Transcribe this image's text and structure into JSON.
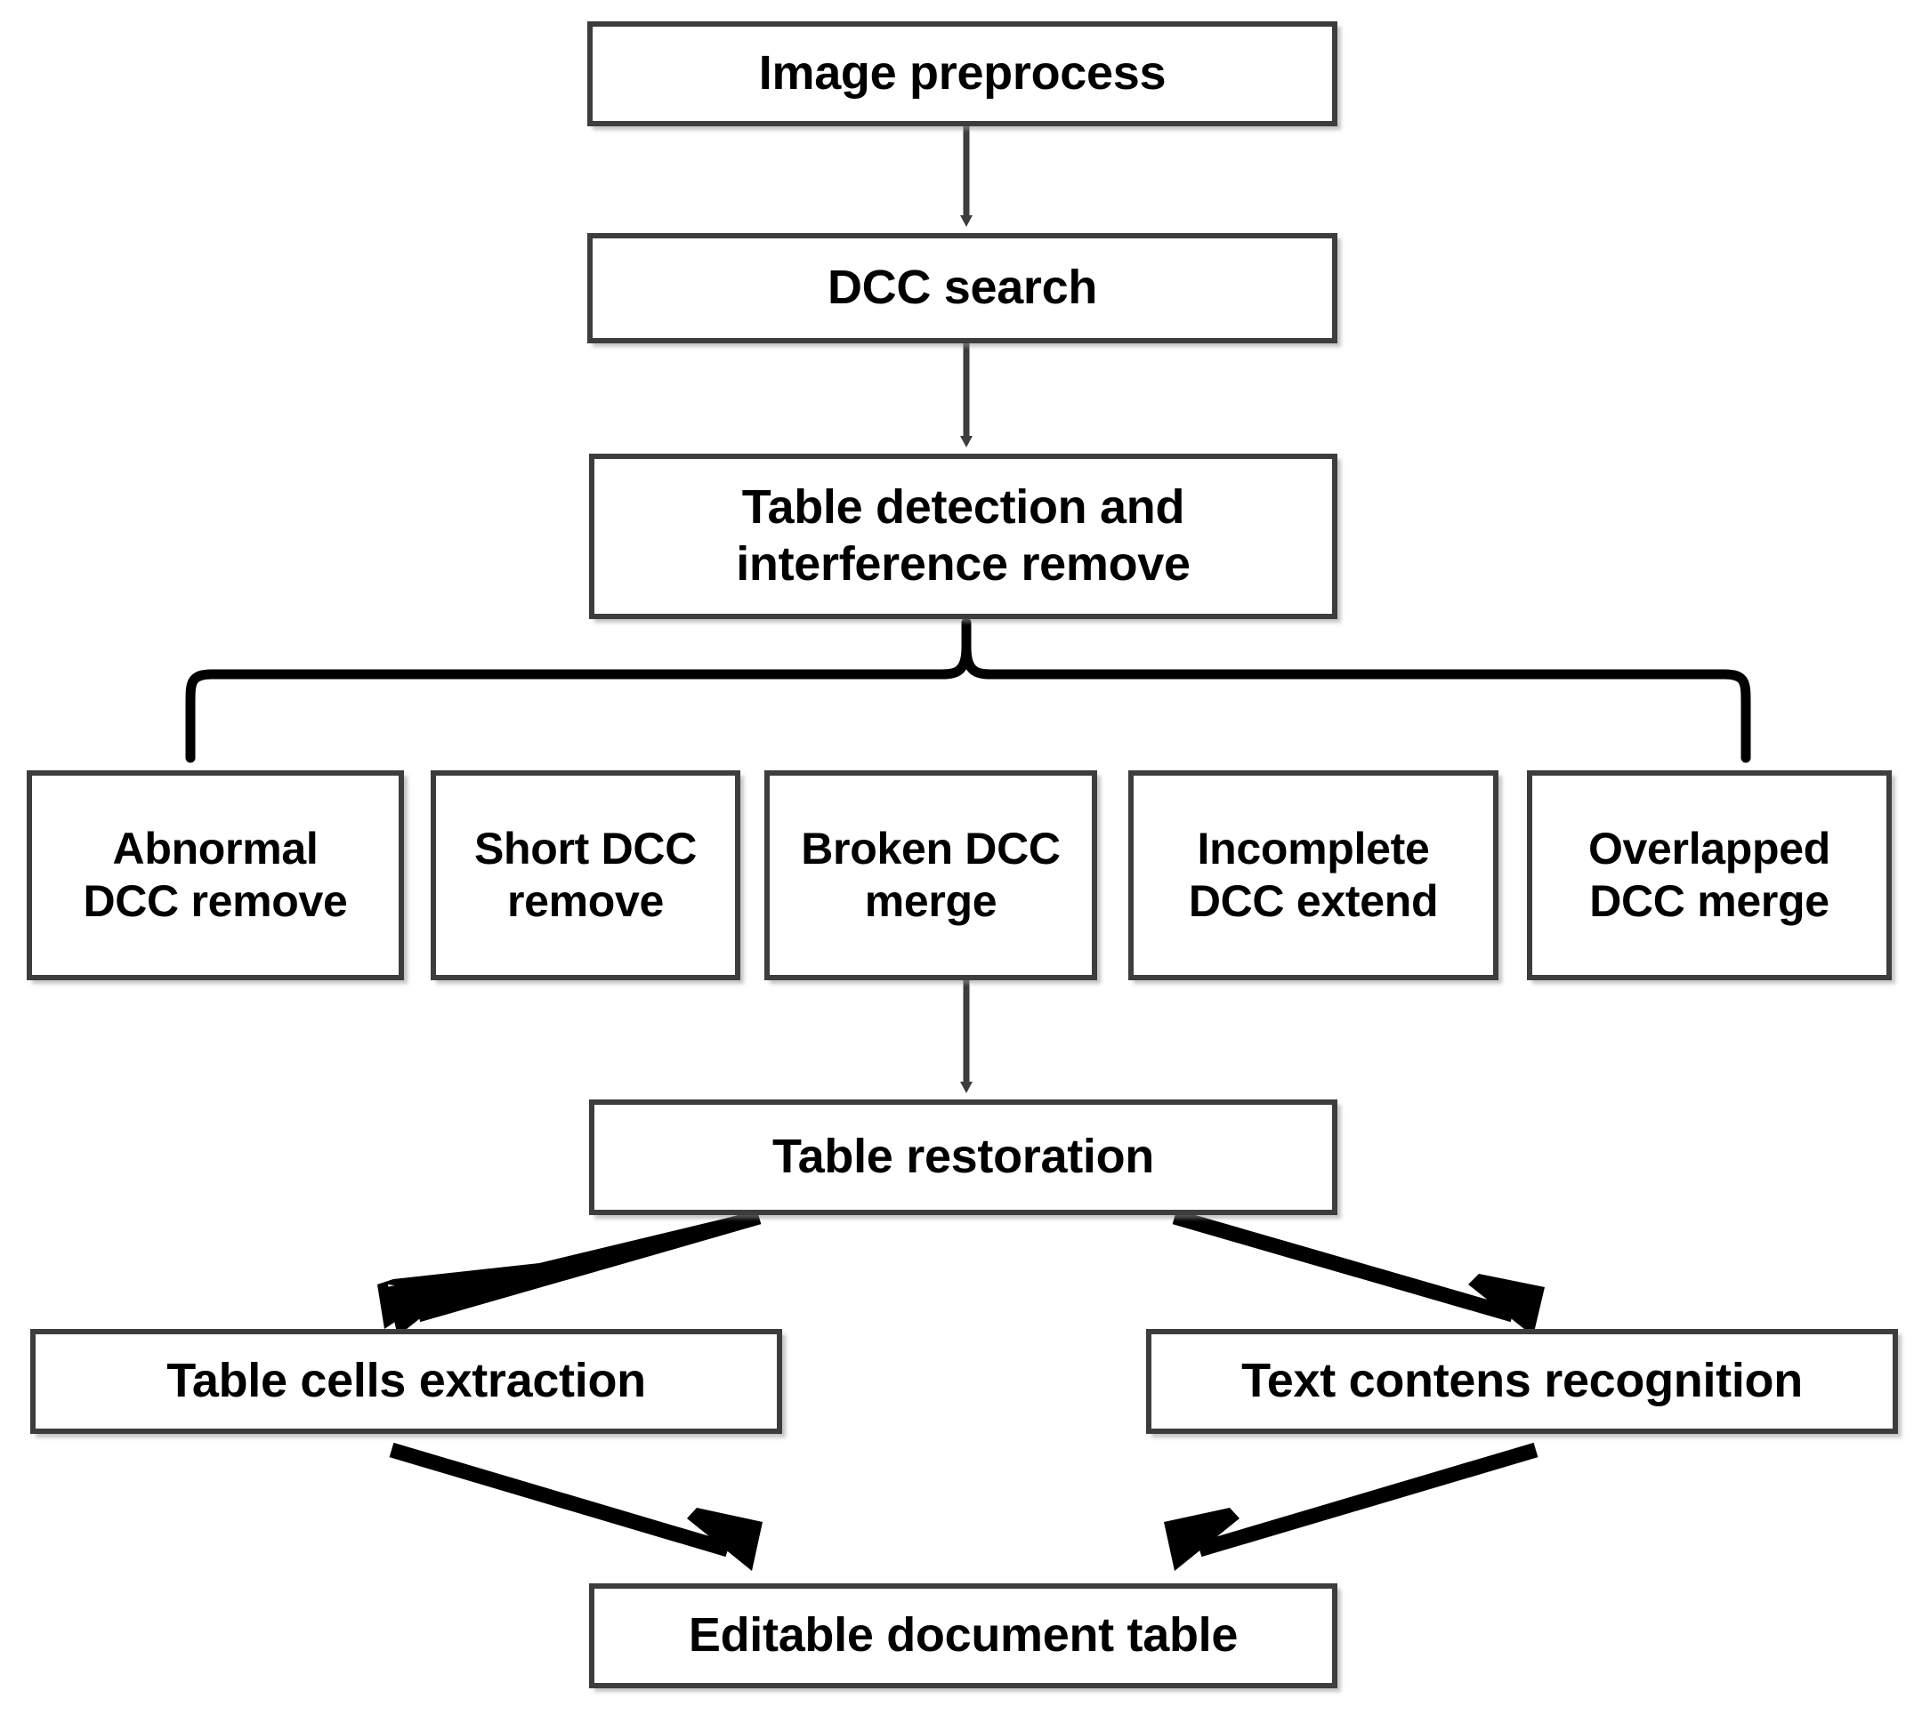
{
  "diagram": {
    "title": "Table recognition pipeline flowchart",
    "colors": {
      "box_border": "#3d3d3d",
      "box_fill": "#ffffff",
      "text": "#000000",
      "connector": "#000000",
      "thin_connector": "#3d3d3d"
    },
    "nodes": {
      "image_preprocess": "Image preprocess",
      "dcc_search": "DCC  search",
      "table_detect": "Table detection and\ninterference remove",
      "abnormal_dcc_remove": "Abnormal\nDCC remove",
      "short_dcc_remove": "Short DCC\nremove",
      "broken_dcc_merge": "Broken DCC\nmerge",
      "incomplete_dcc_extend": "Incomplete\nDCC extend",
      "overlapped_dcc_merge": "Overlapped\nDCC merge",
      "table_restoration": "Table restoration",
      "table_cells_extraction": "Table cells extraction",
      "text_contents_recognition": "Text contens recognition",
      "editable_document_table": "Editable document table"
    },
    "edges": [
      {
        "from": "image_preprocess",
        "to": "dcc_search",
        "style": "thin-vertical-arrow"
      },
      {
        "from": "dcc_search",
        "to": "table_detect",
        "style": "thin-vertical-arrow"
      },
      {
        "from": "table_detect",
        "to": "five-branch-row",
        "style": "curly-brace-split"
      },
      {
        "from": "broken_dcc_merge",
        "to": "table_restoration",
        "style": "thin-vertical-arrow"
      },
      {
        "from": "table_restoration",
        "to": "table_cells_extraction",
        "style": "thick-diagonal-arrow"
      },
      {
        "from": "table_restoration",
        "to": "text_contents_recognition",
        "style": "thick-diagonal-arrow"
      },
      {
        "from": "table_cells_extraction",
        "to": "editable_document_table",
        "style": "thick-diagonal-arrow"
      },
      {
        "from": "text_contents_recognition",
        "to": "editable_document_table",
        "style": "thick-diagonal-arrow"
      }
    ]
  }
}
